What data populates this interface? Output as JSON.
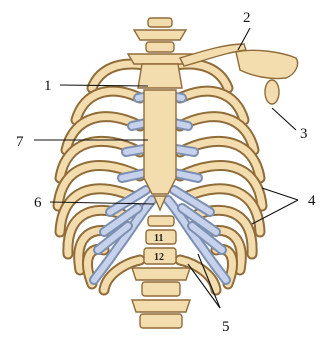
{
  "labels": {
    "l1": "1",
    "l2": "2",
    "l3": "3",
    "l4": "4",
    "l5": "5",
    "l6": "6",
    "l7": "7"
  },
  "vertebra_labels": {
    "v11": "11",
    "v12": "12"
  },
  "colors": {
    "bone": "#f3dcae",
    "bone_outline": "#8f6c3a",
    "cartilage": "#c6d2ec",
    "cartilage_outline": "#7d8fb0"
  }
}
